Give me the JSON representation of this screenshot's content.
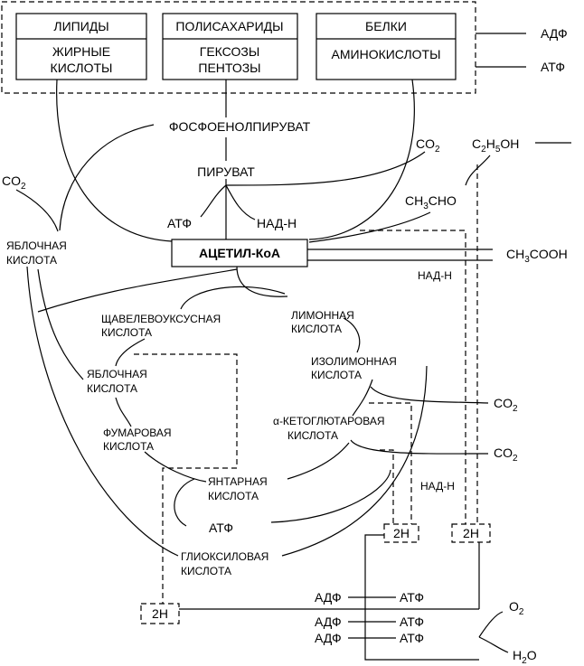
{
  "sources": {
    "lipids": {
      "title": "ЛИПИДЫ",
      "line1": "ЖИРНЫЕ",
      "line2": "КИСЛОТЫ"
    },
    "polysaccharides": {
      "title": "ПОЛИСАХАРИДЫ",
      "line1": "ГЕКСОЗЫ",
      "line2": "ПЕНТОЗЫ"
    },
    "proteins": {
      "title": "БЕЛКИ",
      "line1": "АМИНОКИСЛОТЫ"
    }
  },
  "right": {
    "adp": "АДФ",
    "atp": "АТФ"
  },
  "upper": {
    "pep": "ФОСФОЕНОЛПИРУВАТ",
    "pyruvate": "ПИРУВАТ",
    "atp": "АТФ",
    "nadh": "НАД-Н",
    "acetyl": "АЦЕТИЛ-КоА",
    "co2_top": "CO",
    "co2_top_sub": "2",
    "co2_left": "CO",
    "co2_left_sub": "2",
    "ethanol_a": "C",
    "ethanol_s1": "2",
    "ethanol_b": "H",
    "ethanol_s2": "5",
    "ethanol_c": "OH",
    "acetaldehyde_a": "CH",
    "acetaldehyde_s": "3",
    "acetaldehyde_b": "CHO",
    "acetic_a": "CH",
    "acetic_s": "3",
    "acetic_b": "COOH",
    "nadh_right": "НАД-Н",
    "malic_left_1": "ЯБЛОЧНАЯ",
    "malic_left_2": "КИСЛОТА"
  },
  "cycle": {
    "oxaloacetic_1": "ЩАВЕЛЕВОУКСУСНАЯ",
    "oxaloacetic_2": "КИСЛОТА",
    "citric_1": "ЛИМОННАЯ",
    "citric_2": "КИСЛОТА",
    "isocitric_1": "ИЗОЛИМОННАЯ",
    "isocitric_2": "КИСЛОТА",
    "malic_1": "ЯБЛОЧНАЯ",
    "malic_2": "КИСЛОТА",
    "ketoglutaric_1": "α-КЕТОГЛЮТАРОВАЯ",
    "ketoglutaric_2": "КИСЛОТА",
    "fumaric_1": "ФУМАРОВАЯ",
    "fumaric_2": "КИСЛОТА",
    "succinic_1": "ЯНТАРНАЯ",
    "succinic_2": "КИСЛОТА",
    "atp": "АТФ",
    "glyoxylic_1": "ГЛИОКСИЛОВАЯ",
    "glyoxylic_2": "КИСЛОТА",
    "co2_a": "CO",
    "co2_a_sub": "2",
    "co2_b": "CO",
    "co2_b_sub": "2",
    "nadh": "НАД-Н"
  },
  "bottom": {
    "h2_a": "2Н",
    "h2_b": "2Н",
    "h2_c": "2Н",
    "adp1": "АДФ",
    "atp1": "АТФ",
    "adp2": "АДФ",
    "atp2": "АТФ",
    "adp3": "АДФ",
    "atp3": "АТФ",
    "o2": "O",
    "o2_sub": "2",
    "h2o_a": "H",
    "h2o_sub": "2",
    "h2o_b": "O"
  }
}
